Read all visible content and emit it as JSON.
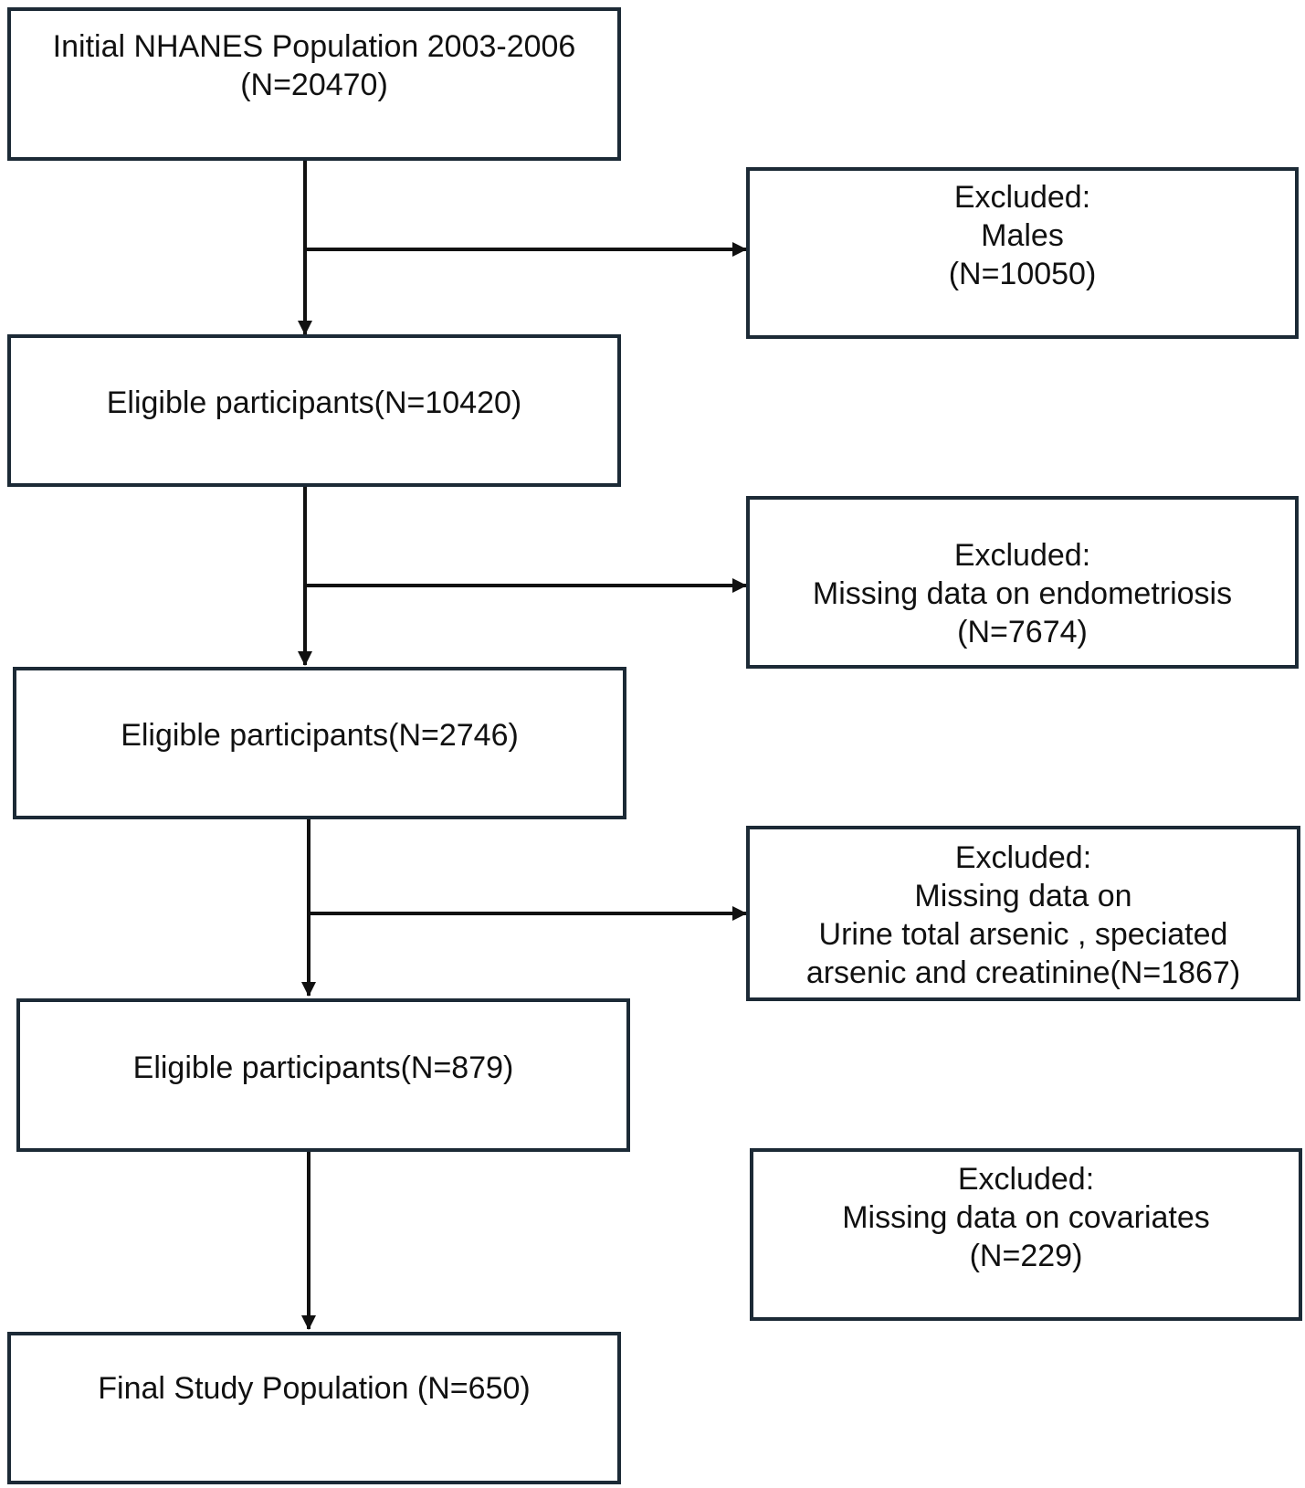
{
  "flowchart": {
    "main_boxes": [
      {
        "lines": [
          "Initial NHANES Population 2003-2006",
          "(N=20470)"
        ]
      },
      {
        "lines": [
          "Eligible participants(N=10420)"
        ]
      },
      {
        "lines": [
          "Eligible participants(N=2746)"
        ]
      },
      {
        "lines": [
          "Eligible participants(N=879)"
        ]
      },
      {
        "lines": [
          "Final Study Population (N=650)"
        ]
      }
    ],
    "exclusion_boxes": [
      {
        "lines": [
          "Excluded:",
          "Males",
          "(N=10050)"
        ]
      },
      {
        "lines": [
          "Excluded:",
          "Missing data on endometriosis",
          "(N=7674)"
        ]
      },
      {
        "lines": [
          "Excluded:",
          "Missing data on",
          "Urine total arsenic , speciated",
          "arsenic and creatinine(N=1867)"
        ]
      },
      {
        "lines": [
          "Excluded:",
          "Missing data on covariates",
          "(N=229)"
        ]
      }
    ],
    "colors": {
      "box_border": "#1c2a36",
      "arrow": "#111111",
      "text": "#111111"
    }
  }
}
